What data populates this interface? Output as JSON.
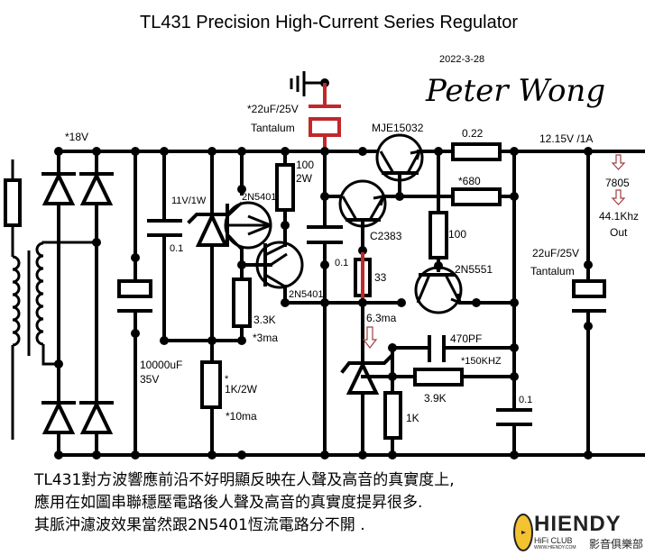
{
  "title": "TL431 Precision High-Current Series Regulator",
  "date": "2022-3-28",
  "signature": "Peter Wong",
  "labels": {
    "input_voltage": "*18V",
    "zener": "11V/1W",
    "cap_01_left": "0.1",
    "main_cap_value": "10000uF",
    "main_cap_voltage": "35V",
    "q_2n5401_top": "2N5401",
    "q_2n5401_bottom": "2N5401",
    "r_100_value": "100",
    "r_100_power": "2W",
    "r_33k": "3.3K",
    "i_3ma": "*3ma",
    "r_1k2w_star": "*",
    "r_1k2w": "1K/2W",
    "i_10ma": "*10ma",
    "tantalum_top_value": "*22uF/25V",
    "tantalum_top_type": "Tantalum",
    "cap_01_mid": "0.1",
    "q_mje15032": "MJE15032",
    "q_c2383": "C2383",
    "r_33": "33",
    "i_63ma": "6.3ma",
    "r_022": "0.22",
    "r_680": "*680",
    "r_100b": "100",
    "q_2n5551": "2N5551",
    "c_470pf": "470PF",
    "freq_150khz": "*150KHZ",
    "r_39k": "3.9K",
    "r_1k": "1K",
    "cap_01_right": "0.1",
    "output": "12.15V /1A",
    "reg_7805": "7805",
    "out_441": "44.1Khz",
    "out_word": "Out",
    "out_cap_value": "22uF/25V",
    "out_cap_type": "Tantalum"
  },
  "notes": [
    "TL431對方波響應前沿不好明顯反映在人聲及高音的真實度上,",
    "應用在如圖串聯穩壓電路後人聲及高音的真實度提昇很多.",
    "其脈沖濾波效果當然跟2N5401恆流電路分不開 ."
  ],
  "logo": {
    "name": "HIENDY",
    "sub": "HiFi CLUB",
    "url": "WWW.HIENDY.COM",
    "cn": "影音俱樂部"
  },
  "colors": {
    "wire": "#000000",
    "highlight": "#c0282c",
    "arrow": "#a04040",
    "logo_gold": "#f2c230"
  }
}
